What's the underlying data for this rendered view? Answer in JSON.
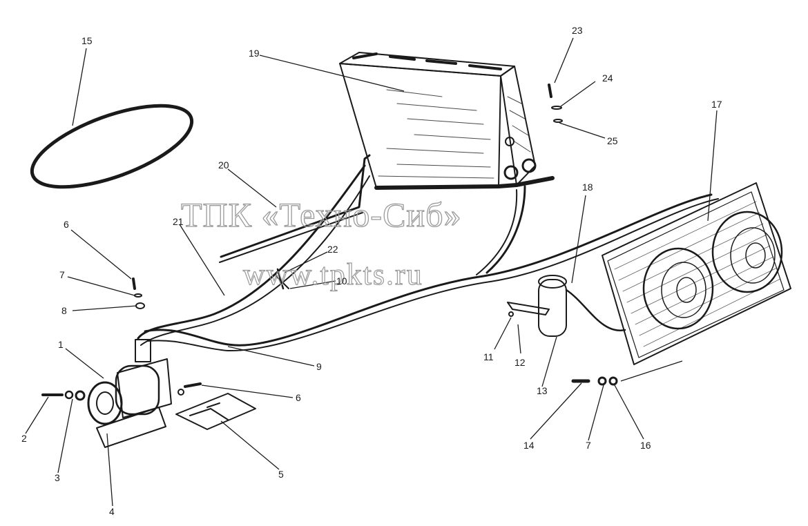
{
  "watermark": {
    "line1": "ТПК «Техно-Сиб»",
    "line2": "www.tpkts.ru"
  },
  "callouts": [
    {
      "id": "c15",
      "label": "15"
    },
    {
      "id": "c19",
      "label": "19"
    },
    {
      "id": "c23",
      "label": "23"
    },
    {
      "id": "c24",
      "label": "24"
    },
    {
      "id": "c25",
      "label": "25"
    },
    {
      "id": "c17",
      "label": "17"
    },
    {
      "id": "c20",
      "label": "20"
    },
    {
      "id": "c18",
      "label": "18"
    },
    {
      "id": "c21",
      "label": "21"
    },
    {
      "id": "c22",
      "label": "22"
    },
    {
      "id": "c10",
      "label": "10"
    },
    {
      "id": "c6a",
      "label": "6"
    },
    {
      "id": "c7a",
      "label": "7"
    },
    {
      "id": "c8",
      "label": "8"
    },
    {
      "id": "c1",
      "label": "1"
    },
    {
      "id": "c9",
      "label": "9"
    },
    {
      "id": "c11",
      "label": "11"
    },
    {
      "id": "c12",
      "label": "12"
    },
    {
      "id": "c13",
      "label": "13"
    },
    {
      "id": "c6b",
      "label": "6"
    },
    {
      "id": "c2",
      "label": "2"
    },
    {
      "id": "c3",
      "label": "3"
    },
    {
      "id": "c4",
      "label": "4"
    },
    {
      "id": "c5",
      "label": "5"
    },
    {
      "id": "c14",
      "label": "14"
    },
    {
      "id": "c7b",
      "label": "7"
    },
    {
      "id": "c16",
      "label": "16"
    }
  ]
}
